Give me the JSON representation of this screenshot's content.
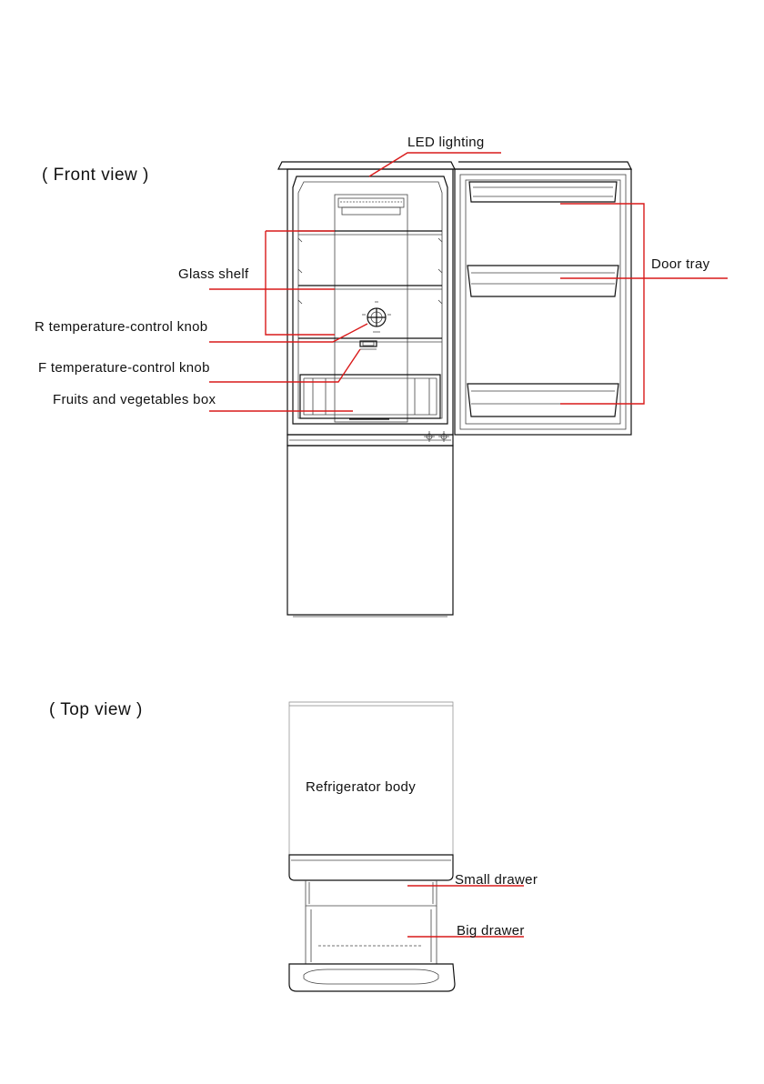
{
  "front_view": {
    "title": "( Front view )",
    "labels": {
      "led_lighting": "LED lighting",
      "glass_shelf": "Glass shelf",
      "r_knob": "R   temperature-control knob",
      "f_knob": "F  temperature-control knob",
      "fruit_box": "Fruits and  vegetables box",
      "door_tray": "Door tray"
    }
  },
  "top_view": {
    "title": "( Top view )",
    "labels": {
      "body": "Refrigerator body",
      "small_drawer": "Small drawer",
      "big_drawer": "Big drawer"
    }
  },
  "colors": {
    "callout": "#d91a1a",
    "outline": "#111111"
  }
}
